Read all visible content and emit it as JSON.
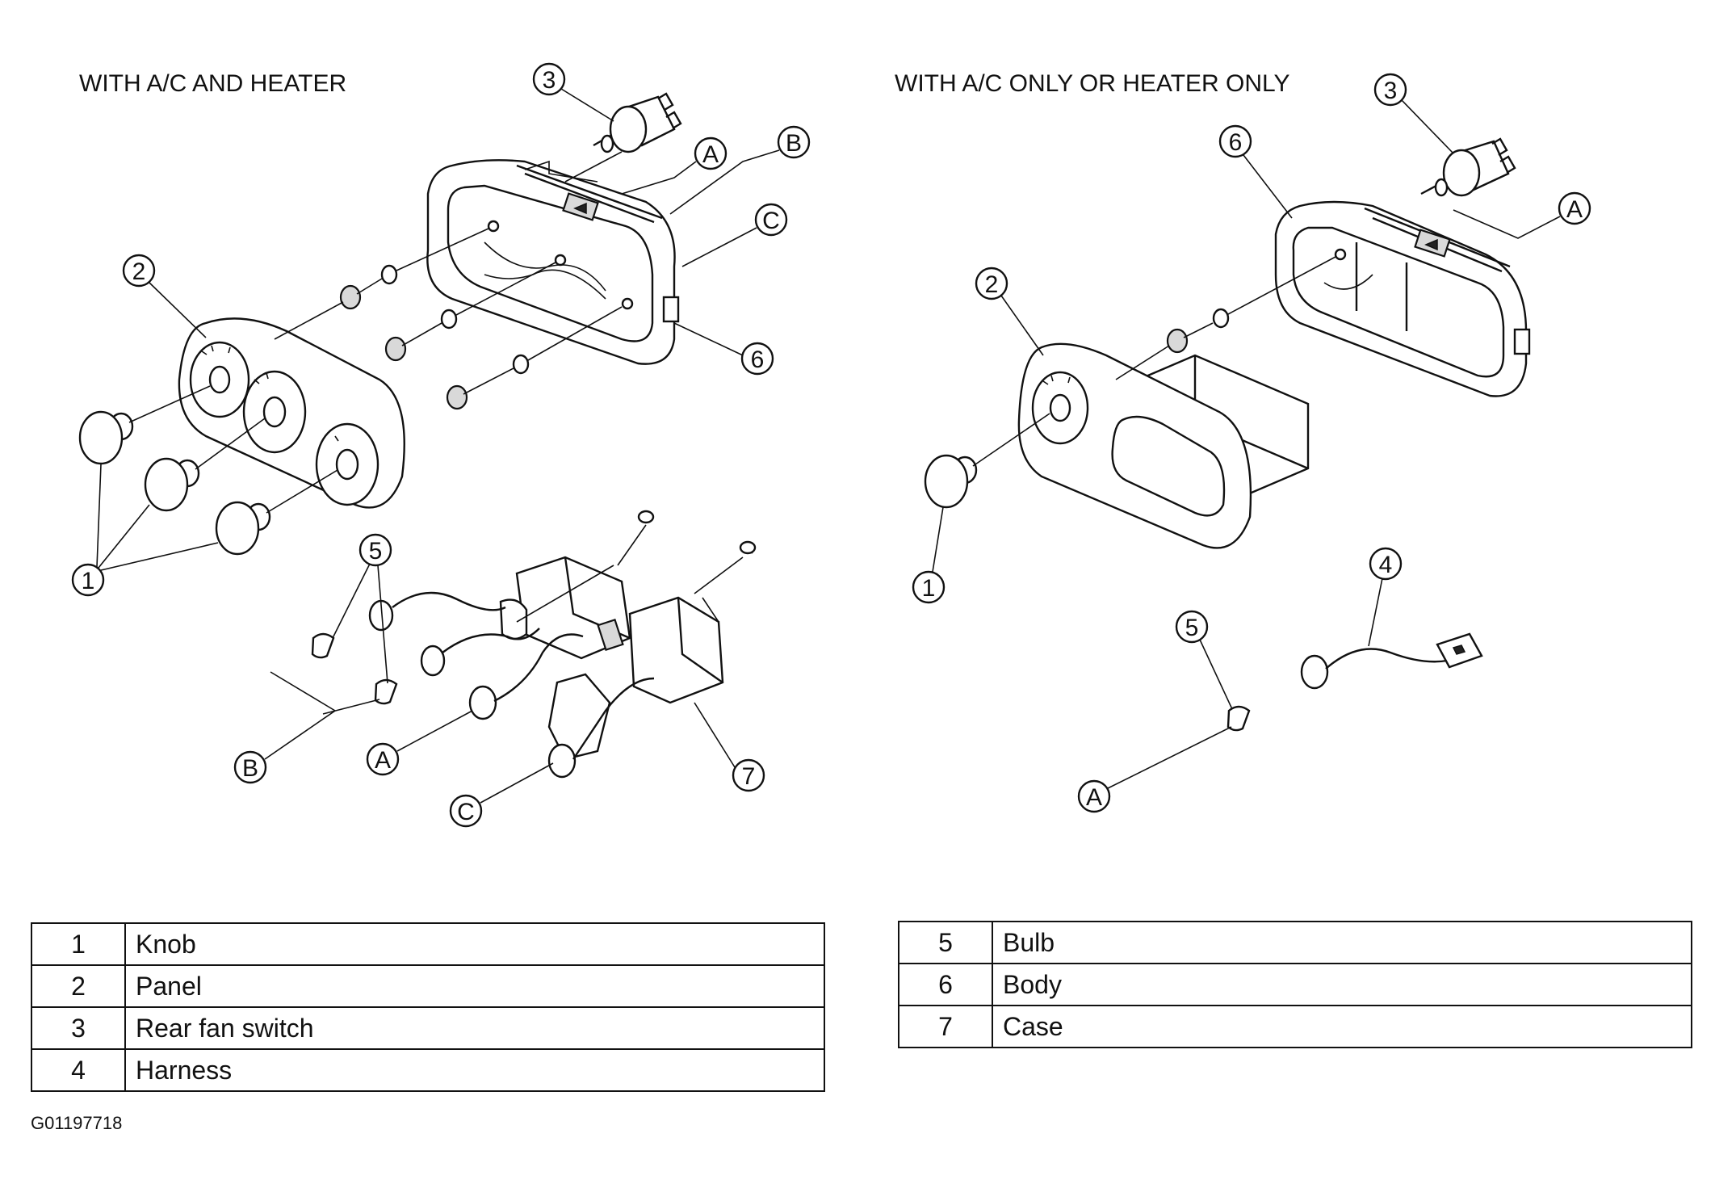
{
  "headings": {
    "left": "WITH A/C AND HEATER",
    "right": "WITH A/C ONLY OR HEATER ONLY"
  },
  "callouts": {
    "left": [
      {
        "id": "c3",
        "text": "3"
      },
      {
        "id": "cA",
        "text": "A"
      },
      {
        "id": "cB",
        "text": "B"
      },
      {
        "id": "cC",
        "text": "C"
      },
      {
        "id": "c2",
        "text": "2"
      },
      {
        "id": "c6",
        "text": "6"
      },
      {
        "id": "c1",
        "text": "1"
      },
      {
        "id": "c5",
        "text": "5"
      },
      {
        "id": "cB2",
        "text": "B"
      },
      {
        "id": "cA2",
        "text": "A"
      },
      {
        "id": "c7",
        "text": "7"
      },
      {
        "id": "cC2",
        "text": "C"
      }
    ],
    "right": [
      {
        "id": "c3",
        "text": "3"
      },
      {
        "id": "c6",
        "text": "6"
      },
      {
        "id": "cA",
        "text": "A"
      },
      {
        "id": "c2",
        "text": "2"
      },
      {
        "id": "c1",
        "text": "1"
      },
      {
        "id": "c4",
        "text": "4"
      },
      {
        "id": "c5",
        "text": "5"
      },
      {
        "id": "cA2",
        "text": "A"
      }
    ]
  },
  "legend": {
    "left": [
      {
        "num": "1",
        "label": "Knob"
      },
      {
        "num": "2",
        "label": "Panel"
      },
      {
        "num": "3",
        "label": "Rear fan switch"
      },
      {
        "num": "4",
        "label": "Harness"
      }
    ],
    "right": [
      {
        "num": "5",
        "label": "Bulb"
      },
      {
        "num": "6",
        "label": "Body"
      },
      {
        "num": "7",
        "label": "Case"
      }
    ]
  },
  "figure_id": "G01197718"
}
